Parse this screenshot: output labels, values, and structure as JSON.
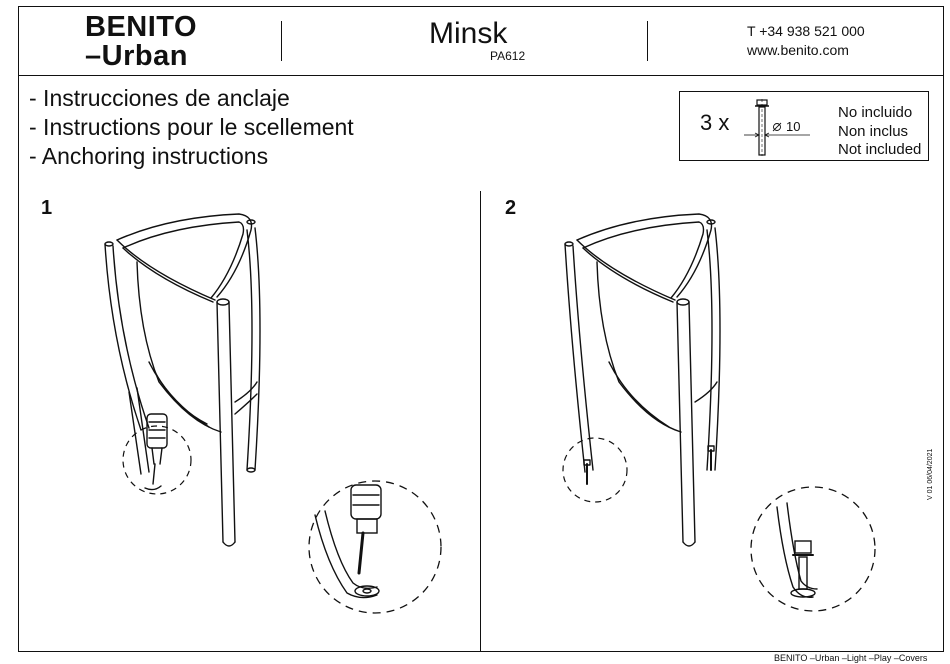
{
  "header": {
    "brand_line1": "BENITO",
    "brand_line2": "–Urban",
    "product_name": "Minsk",
    "product_code": "PA612",
    "phone": "T +34 938 521 000",
    "website": "www.benito.com"
  },
  "instructions": [
    "- Instrucciones de anclaje",
    "- Instructions pour le scellement",
    "- Anchoring instructions"
  ],
  "hardware": {
    "quantity": "3 x",
    "diameter": "10",
    "notes": [
      "No incluido",
      "Non inclus",
      "Not included"
    ],
    "icon": "anchor-bolt-icon"
  },
  "steps": [
    {
      "number": "1",
      "action": "drilling"
    },
    {
      "number": "2",
      "action": "bolt-inserted"
    }
  ],
  "version": "V 01 06/04/2021",
  "footer": "BENITO –Urban –Light –Play –Covers"
}
